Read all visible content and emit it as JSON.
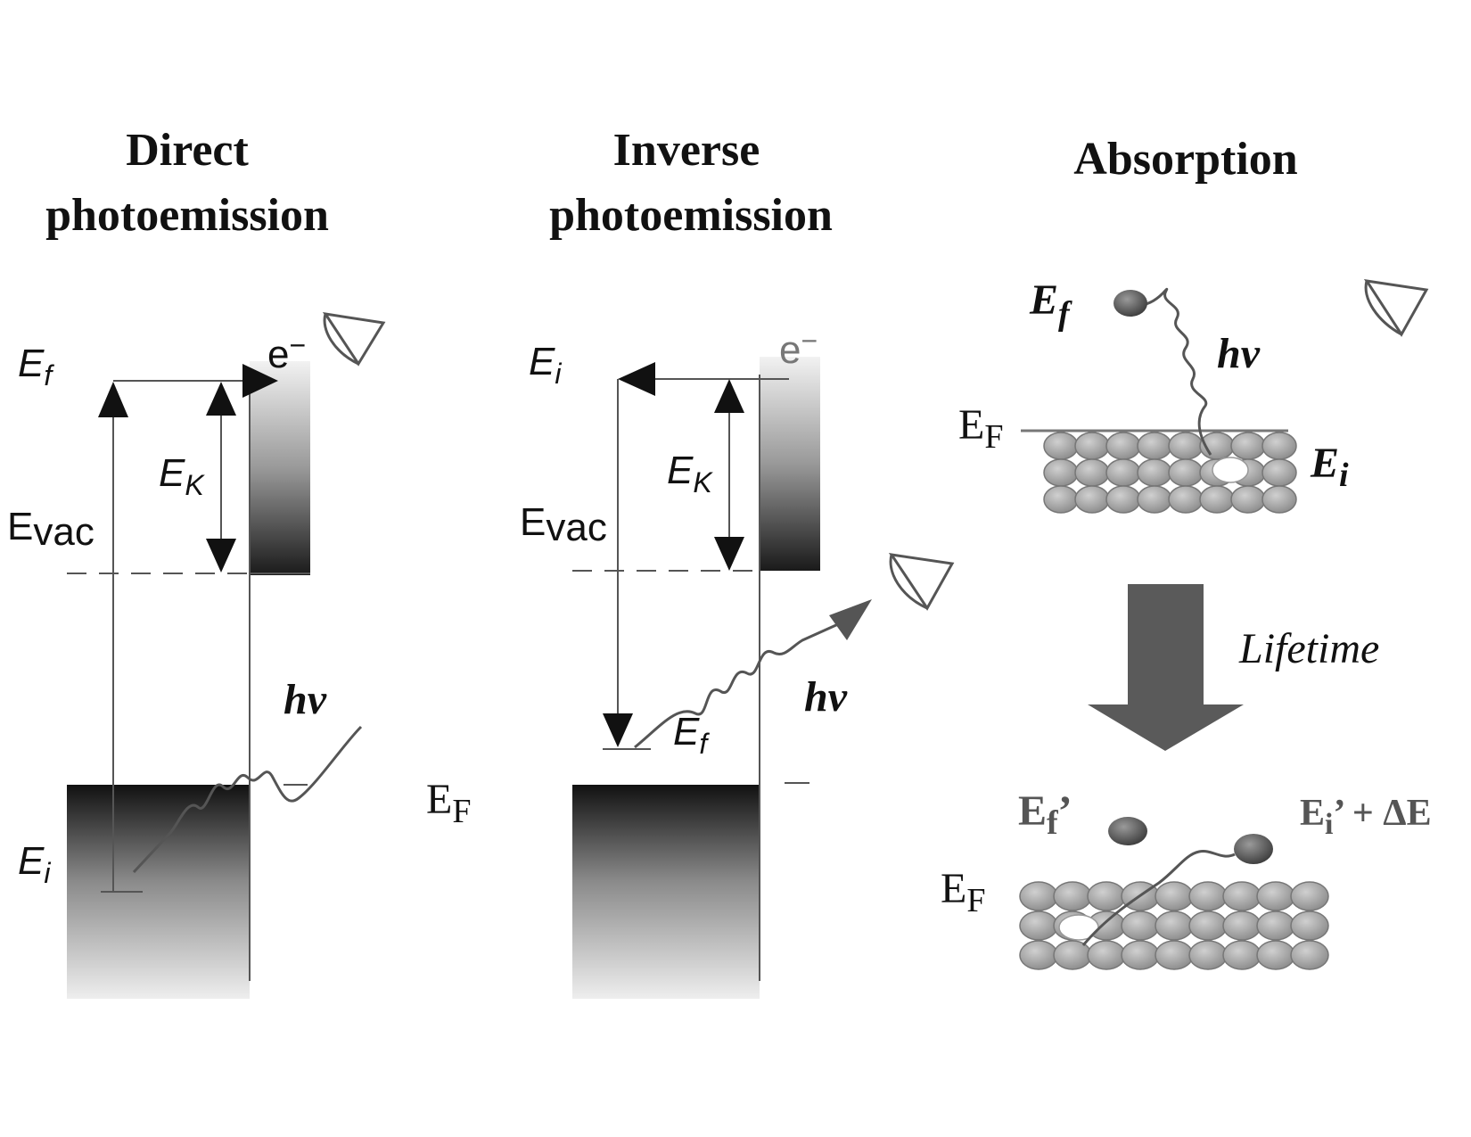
{
  "panels": {
    "direct": {
      "title_line1": "Direct",
      "title_line2": "photoemission",
      "e_final": "E",
      "e_final_sub": "f",
      "e_kinetic": "E",
      "e_kinetic_sub": "K",
      "e_vac": "E",
      "e_vac_sub": "vac",
      "e_initial": "E",
      "e_initial_sub": "i",
      "electron": "e",
      "electron_sup": "−",
      "photon": "hν"
    },
    "inverse": {
      "title_line1": "Inverse",
      "title_line2": "photoemission",
      "e_initial": "E",
      "e_initial_sub": "i",
      "e_kinetic": "E",
      "e_kinetic_sub": "K",
      "e_vac": "E",
      "e_vac_sub": "vac",
      "e_final": "E",
      "e_final_sub": "f",
      "electron": "e",
      "electron_sup": "−",
      "photon": "hν",
      "fermi": "E",
      "fermi_sub": "F"
    },
    "absorption": {
      "title": "Absorption",
      "e_final": "E",
      "e_final_sub": "f",
      "photon": "hν",
      "fermi": "E",
      "fermi_sub": "F",
      "e_initial": "E",
      "e_initial_sub": "i",
      "arrow_label": "Lifetime",
      "e_final_prime": "E",
      "e_final_prime_sub": "f",
      "e_final_prime_suffix": "’",
      "e_initial_prime": "E",
      "e_initial_prime_sub": "i",
      "e_initial_prime_suffix": "’ + ΔE",
      "fermi2": "E",
      "fermi2_sub": "F"
    }
  },
  "colors": {
    "line": "#555555",
    "arrow": "#111111",
    "ball": "#9a9a9a",
    "electron": "#555555",
    "big_arrow": "#5a5a5a"
  }
}
